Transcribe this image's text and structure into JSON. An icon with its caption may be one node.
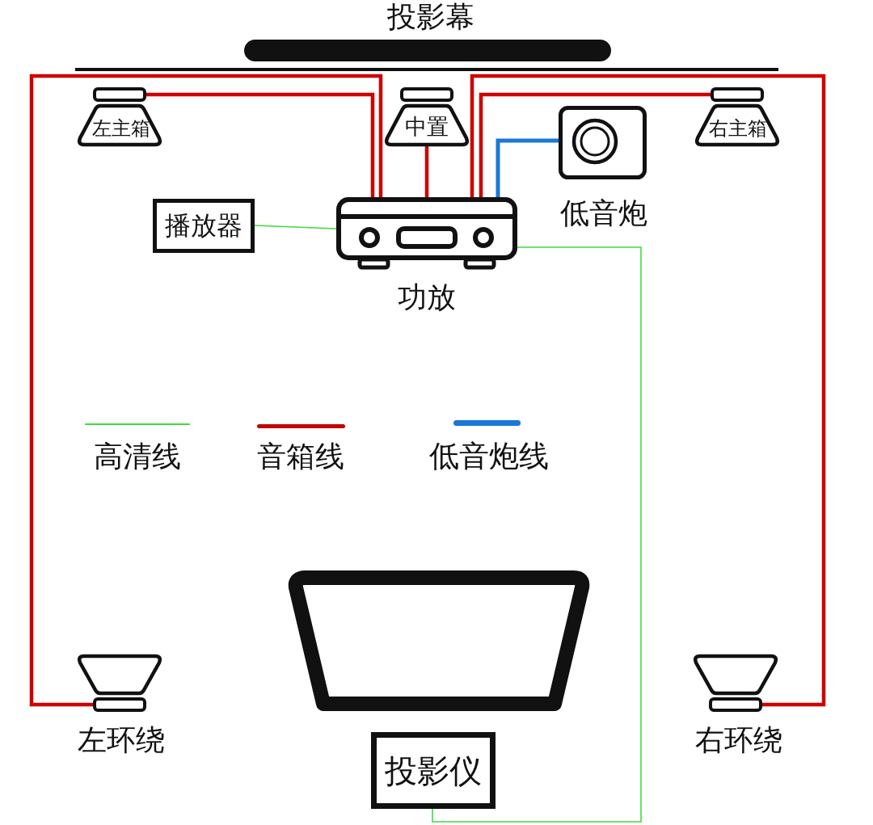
{
  "diagram": {
    "nodes": [
      {
        "text": [
          "投影幕"
        ]
      },
      {
        "text": [
          "左主箱"
        ]
      },
      {
        "text": [
          "中置"
        ]
      },
      {
        "text": [
          "右主箱"
        ]
      },
      {
        "text": [
          "低音炮"
        ]
      },
      {
        "text": [
          "播放器"
        ]
      },
      {
        "text": [
          "功放"
        ]
      },
      {
        "text": [
          "左环绕"
        ]
      },
      {
        "text": [
          "右环绕"
        ]
      },
      {
        "text": [
          "投影仪"
        ]
      }
    ],
    "edges": [
      {
        "from": 1,
        "to": 6,
        "arrow": "none"
      },
      {
        "from": 7,
        "to": 6,
        "arrow": "none"
      },
      {
        "from": 2,
        "to": 6,
        "arrow": "none"
      },
      {
        "from": 3,
        "to": 6,
        "arrow": "none"
      },
      {
        "from": 8,
        "to": 6,
        "arrow": "none"
      },
      {
        "from": 4,
        "to": 6,
        "arrow": "none",
        "color": "#1a78d8"
      },
      {
        "from": 5,
        "to": 6,
        "arrow": "none",
        "color": "#3ddc3d"
      },
      {
        "from": 6,
        "to": 9,
        "arrow": "none",
        "color": "#3ddc3d"
      }
    ],
    "legend": [
      {
        "text": "高清线"
      },
      {
        "text": "音箱线"
      },
      {
        "text": "低音炮线"
      }
    ]
  }
}
